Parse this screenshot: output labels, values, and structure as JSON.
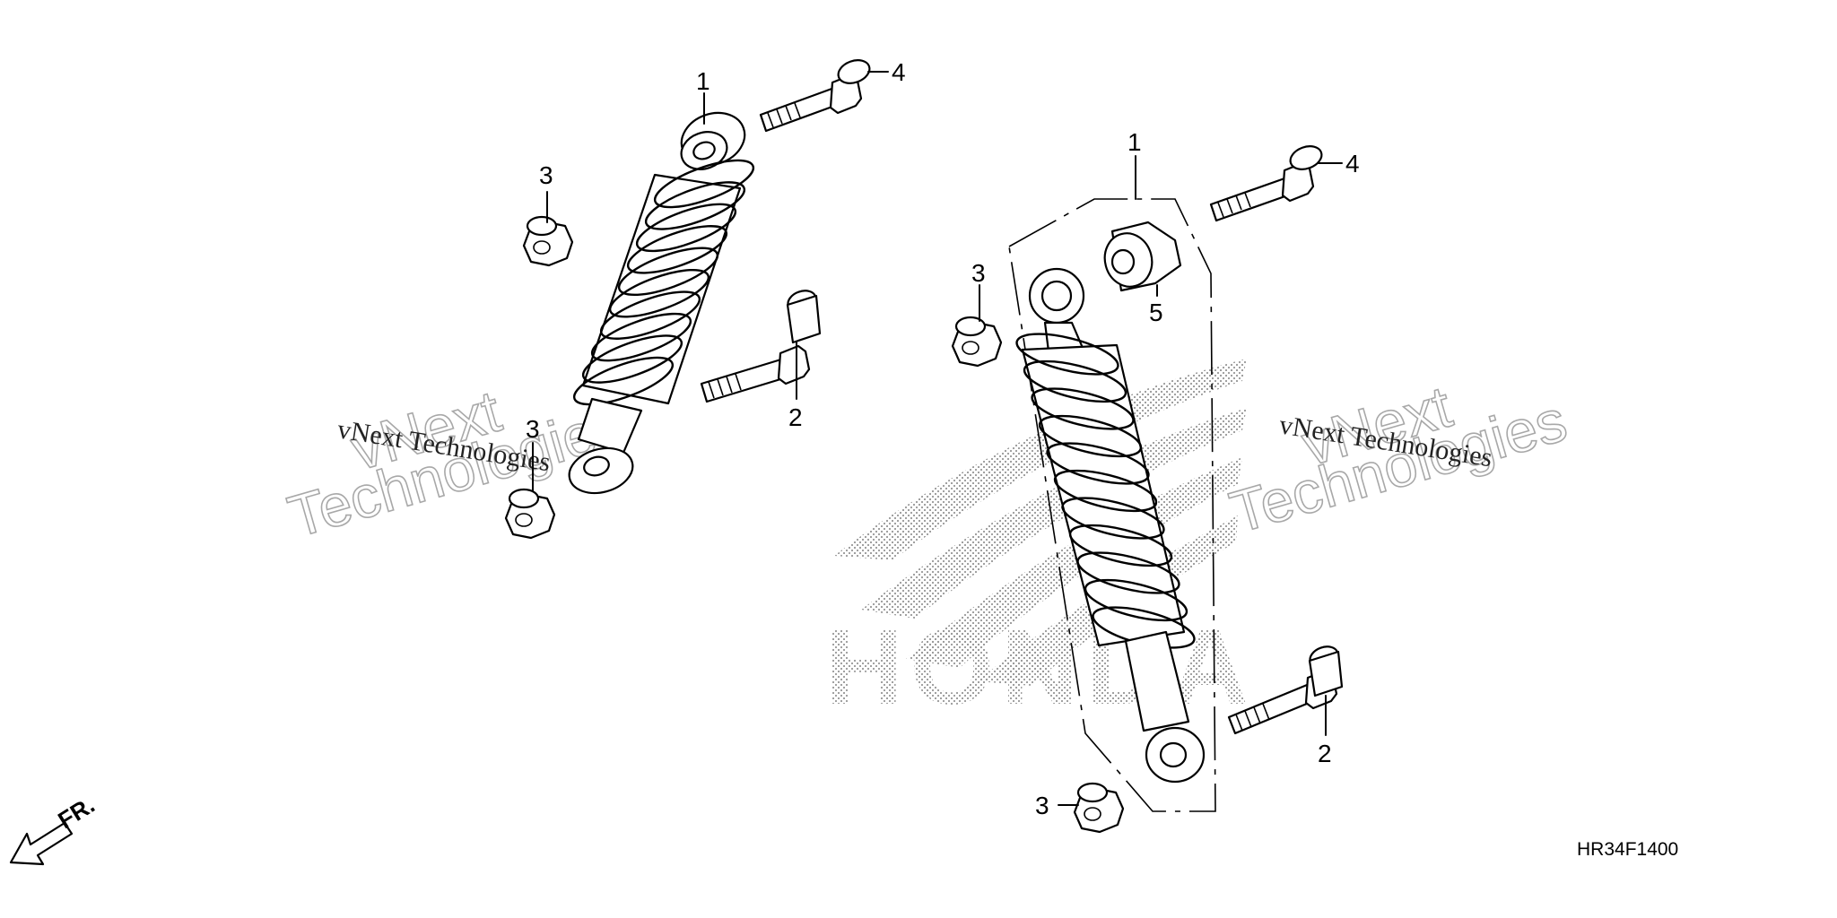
{
  "callouts": {
    "left_shock": "1",
    "left_bolt_top": "4",
    "left_nut_top": "3",
    "left_bolt_lower": "2",
    "left_nut_lower": "3",
    "right_shock": "1",
    "right_bolt_top": "4",
    "right_bushing": "5",
    "right_nut_upper": "3",
    "right_bolt_lower": "2",
    "right_nut_lower": "3"
  },
  "diagram_code": "HR34F1400",
  "front_indicator": "FR.",
  "logo_text": "HONDA",
  "watermarks": {
    "small_text": "vNext Technologies",
    "big_line1": "vNext",
    "big_line2": "Technologies"
  }
}
